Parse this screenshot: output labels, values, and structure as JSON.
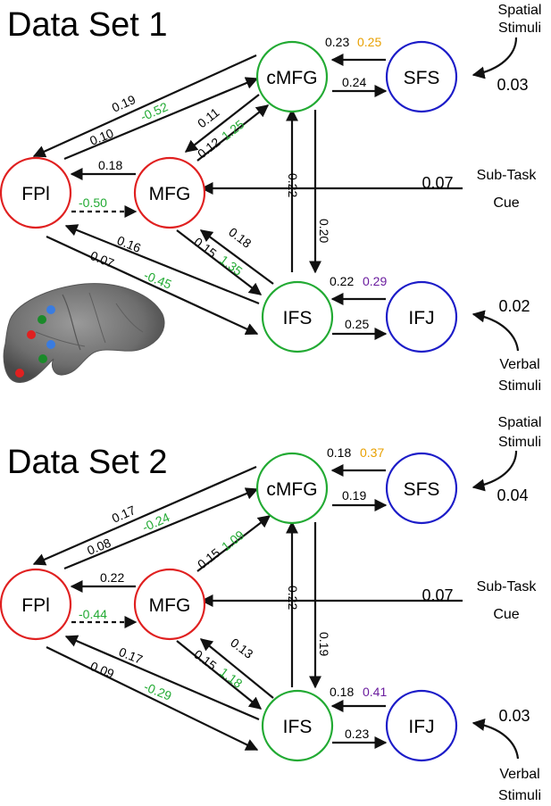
{
  "colors": {
    "red": "#e02020",
    "green": "#22aa33",
    "blue": "#1c1cc8",
    "orange": "#e8a000",
    "purple": "#6a1c9e",
    "black": "#111111"
  },
  "panels": [
    {
      "title": "Data Set 1",
      "nodes": {
        "cMFG": "cMFG",
        "SFS": "SFS",
        "FPl": "FPl",
        "MFG": "MFG",
        "IFS": "IFS",
        "IFJ": "IFJ"
      },
      "inputs": {
        "spatial_label_1": "Spatial",
        "spatial_label_2": "Stimuli",
        "spatial_value": "0.03",
        "cue_label_1": "Sub-Task",
        "cue_label_2": "Cue",
        "cue_value": "0.07",
        "verbal_label_1": "Verbal",
        "verbal_label_2": "Stimuli",
        "verbal_value": "0.02"
      },
      "edges": {
        "sfs_cmfg": "0.23",
        "sfs_cmfg_mod": "0.25",
        "cmfg_sfs": "0.24",
        "cmfg_fpl": "0.19",
        "cmfg_fpl_mod": "-0.52",
        "fpl_cmfg": "0.10",
        "cmfg_mfg": "0.11",
        "mfg_cmfg": "0.12",
        "mfg_cmfg_mod": "1.25",
        "mfg_fpl": "0.18",
        "fpl_mfg_mod": "-0.50",
        "ifs_cmfg": "0.22",
        "cmfg_ifs": "0.20",
        "ifs_mfg": "0.18",
        "mfg_ifs": "0.15",
        "mfg_ifs_mod": "1.35",
        "ifs_fpl": "0.16",
        "fpl_ifs": "0.07",
        "fpl_ifs_mod": "-0.45",
        "ifj_ifs": "0.22",
        "ifj_ifs_mod": "0.29",
        "ifs_ifj": "0.25"
      }
    },
    {
      "title": "Data Set 2",
      "nodes": {
        "cMFG": "cMFG",
        "SFS": "SFS",
        "FPl": "FPl",
        "MFG": "MFG",
        "IFS": "IFS",
        "IFJ": "IFJ"
      },
      "inputs": {
        "spatial_label_1": "Spatial",
        "spatial_label_2": "Stimuli",
        "spatial_value": "0.04",
        "cue_label_1": "Sub-Task",
        "cue_label_2": "Cue",
        "cue_value": "0.07",
        "verbal_label_1": "Verbal",
        "verbal_label_2": "Stimuli",
        "verbal_value": "0.03"
      },
      "edges": {
        "sfs_cmfg": "0.18",
        "sfs_cmfg_mod": "0.37",
        "cmfg_sfs": "0.19",
        "cmfg_fpl": "0.17",
        "cmfg_fpl_mod": "-0.24",
        "fpl_cmfg": "0.08",
        "mfg_cmfg": "0.15",
        "mfg_cmfg_mod": "1.09",
        "mfg_fpl": "0.22",
        "fpl_mfg_mod": "-0.44",
        "ifs_cmfg": "0.22",
        "cmfg_ifs": "0.19",
        "ifs_mfg": "0.13",
        "mfg_ifs": "0.15",
        "mfg_ifs_mod": "1.18",
        "ifs_fpl": "0.17",
        "fpl_ifs": "0.09",
        "fpl_ifs_mod": "-0.29",
        "ifj_ifs": "0.18",
        "ifj_ifs_mod": "0.41",
        "ifs_ifj": "0.23"
      }
    }
  ]
}
